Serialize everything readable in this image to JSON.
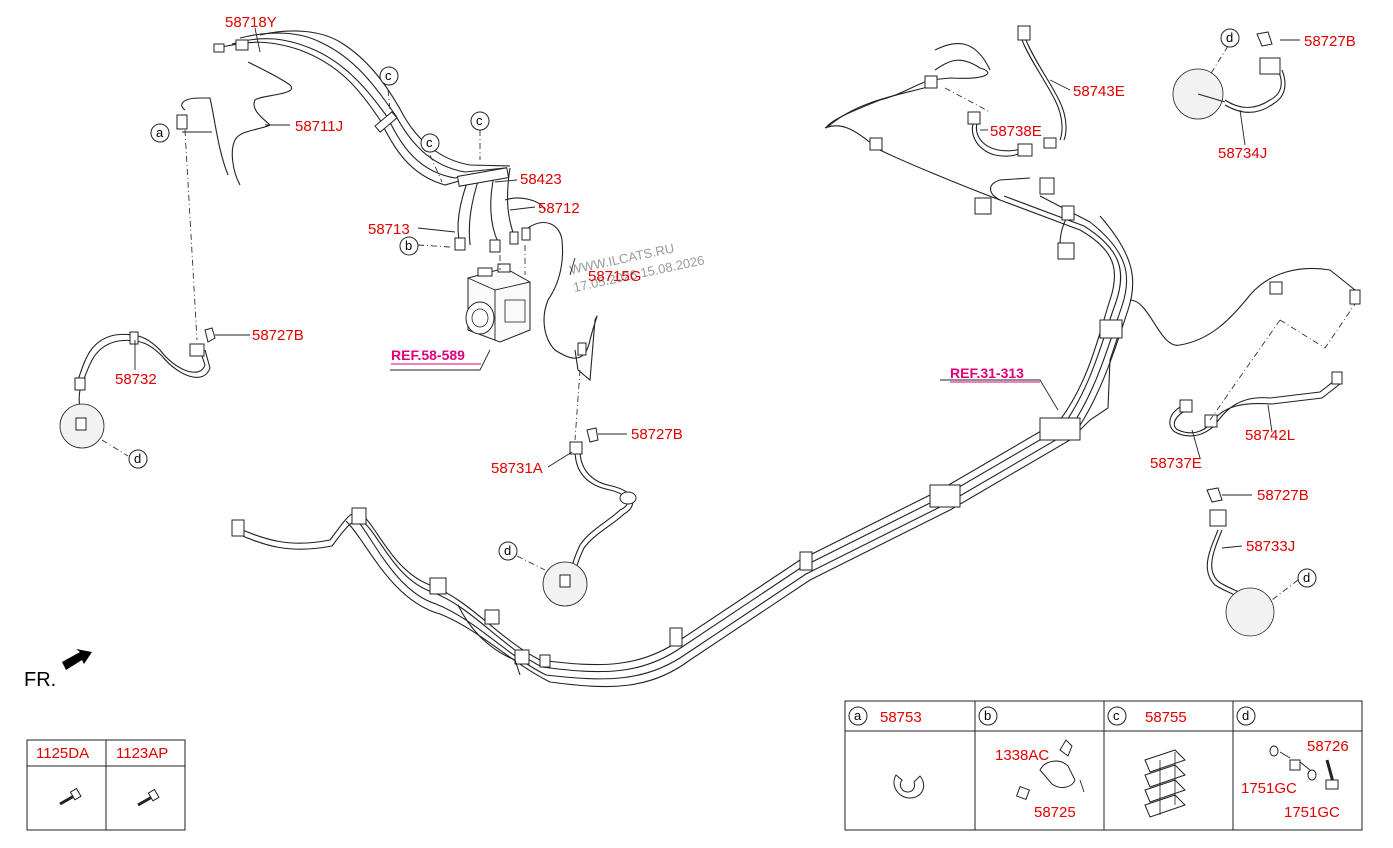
{
  "watermark": {
    "line1": "WWW.ILCATS.RU",
    "line2": "17.05.2026 15.08.2026"
  },
  "front_label": "FR.",
  "references": [
    {
      "id": "ref-58-589",
      "text": "REF.58-589"
    },
    {
      "id": "ref-31-313",
      "text": "REF.31-313"
    }
  ],
  "part_labels": {
    "p58718Y": "58718Y",
    "p58711J": "58711J",
    "p58423": "58423",
    "p58712": "58712",
    "p58713": "58713",
    "p58715G": "58715G",
    "p58727B_1": "58727B",
    "p58732": "58732",
    "p58727B_2": "58727B",
    "p58731A": "58731A",
    "p58743E": "58743E",
    "p58738E": "58738E",
    "p58727B_3": "58727B",
    "p58734J": "58734J",
    "p58742L": "58742L",
    "p58737E": "58737E",
    "p58727B_4": "58727B",
    "p58733J": "58733J"
  },
  "callouts": {
    "a": "a",
    "b": "b",
    "c1": "c",
    "c2": "c",
    "c3": "c",
    "d1": "d",
    "d2": "d",
    "d3": "d",
    "d4": "d"
  },
  "bolt_table": {
    "col1": "1125DA",
    "col2": "1123AP"
  },
  "detail_table": {
    "a": {
      "letter": "a",
      "part": "58753"
    },
    "b": {
      "letter": "b",
      "parts": [
        "1338AC",
        "58725"
      ]
    },
    "c": {
      "letter": "c",
      "part": "58755"
    },
    "d": {
      "letter": "d",
      "parts": [
        "58726",
        "1751GC",
        "1751GC"
      ]
    }
  },
  "colors": {
    "part_label": "#e00000",
    "reference": "#e0007a",
    "line": "#222222"
  }
}
